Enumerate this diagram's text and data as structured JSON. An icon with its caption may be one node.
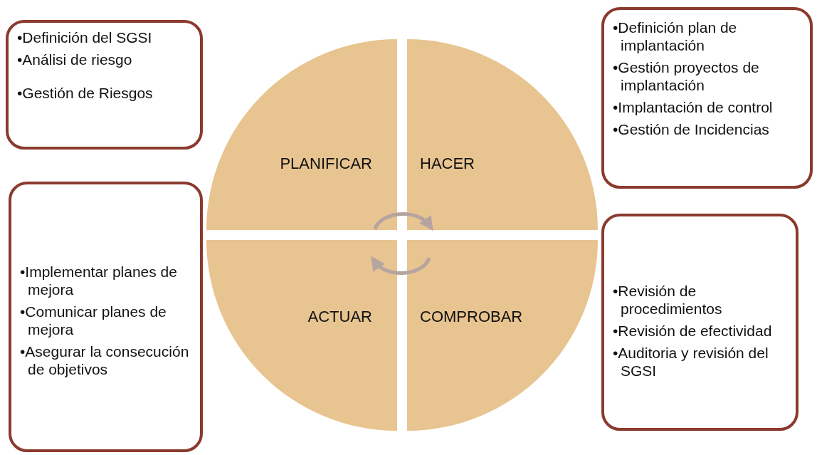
{
  "diagram": {
    "nodes": [
      {
        "text": [
          "•Definición del SGSI",
          "•Análisi de riesgo",
          "•Gestión de Riesgos"
        ]
      },
      {
        "text": [
          "•Definición plan de implantación",
          "•Gestión proyectos de implantación",
          "•Implantación de control",
          "•Gestión de Incidencias"
        ]
      },
      {
        "text": [
          "PLANIFICAR"
        ]
      },
      {
        "text": [
          "HACER"
        ]
      },
      {
        "text": [
          "•Implementar planes de mejora",
          "•Comunicar planes de mejora",
          "•Asegurar la consecución de objetivos"
        ]
      },
      {
        "text": [
          "•Revisión de procedimientos",
          "•Revisión de efectividad",
          "•Auditoria y revisión del SGSI"
        ]
      },
      {
        "text": [
          "ACTUAR"
        ]
      },
      {
        "text": [
          "COMPROBAR"
        ]
      }
    ],
    "edges": [
      {
        "from": 2,
        "to": 3,
        "arrow": "to"
      },
      {
        "from": 7,
        "to": 6,
        "arrow": "to"
      }
    ]
  }
}
